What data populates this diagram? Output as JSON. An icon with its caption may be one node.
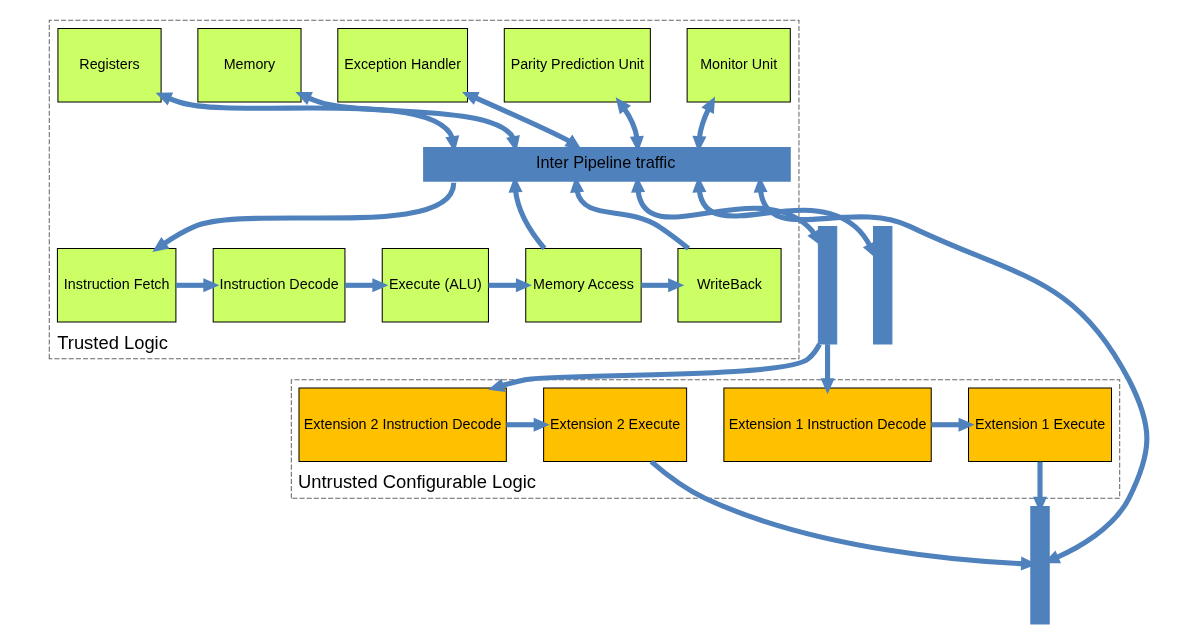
{
  "diagram": {
    "nodes": [
      {
        "text": [
          "Trusted Logic"
        ]
      },
      {
        "text": [
          "Registers"
        ],
        "in": 0
      },
      {
        "text": [
          "Memory"
        ],
        "in": 0
      },
      {
        "text": [
          "Exception Handler"
        ],
        "in": 0
      },
      {
        "text": [
          "Parity Prediction Unit"
        ],
        "in": 0
      },
      {
        "text": [
          "Monitor Unit"
        ],
        "in": 0
      },
      {
        "text": [
          "Inter Pipeline traffic"
        ],
        "in": 0
      },
      {
        "text": [
          "Instruction Fetch"
        ],
        "in": 0
      },
      {
        "text": [
          "Instruction Decode"
        ],
        "in": 0
      },
      {
        "text": [
          "Execute (ALU)"
        ],
        "in": 0
      },
      {
        "text": [
          "Memory Access"
        ],
        "in": 0
      },
      {
        "text": [
          "WriteBack"
        ],
        "in": 0
      },
      {
        "text": [
          "Untrusted Configurable Logic"
        ]
      },
      {
        "text": [
          "Extension 1 Instruction Decode"
        ],
        "in": 12
      },
      {
        "text": [
          "Extension 2 Instruction Decode"
        ],
        "in": 12
      },
      {
        "text": [
          "Extension 1 Execute"
        ],
        "in": 12
      },
      {
        "text": [
          "Extension 2 Execute"
        ],
        "in": 12
      },
      {
        "text": [],
        "shape": "bar"
      },
      {
        "text": [],
        "shape": "bar"
      },
      {
        "text": [],
        "shape": "bar"
      }
    ],
    "edges": [
      {
        "from": 1,
        "to": 6,
        "arrow": "both"
      },
      {
        "from": 2,
        "to": 6,
        "arrow": "both"
      },
      {
        "from": 3,
        "to": 6,
        "arrow": "both"
      },
      {
        "from": 4,
        "to": 6,
        "arrow": "both"
      },
      {
        "from": 5,
        "to": 6,
        "arrow": "both"
      },
      {
        "from": 6,
        "to": 7,
        "arrow": "to"
      },
      {
        "from": 7,
        "to": 8,
        "arrow": "to"
      },
      {
        "from": 8,
        "to": 9,
        "arrow": "to"
      },
      {
        "from": 9,
        "to": 10,
        "arrow": "to"
      },
      {
        "from": 10,
        "to": 11,
        "arrow": "to"
      },
      {
        "from": 10,
        "to": 6,
        "arrow": "to"
      },
      {
        "from": 11,
        "to": 6,
        "arrow": "to"
      },
      {
        "from": 6,
        "to": 17,
        "arrow": "both"
      },
      {
        "from": 6,
        "to": 18,
        "arrow": "both"
      },
      {
        "from": 6,
        "to": 19,
        "arrow": "both"
      },
      {
        "from": 17,
        "to": 13,
        "arrow": "to"
      },
      {
        "from": 17,
        "to": 14,
        "arrow": "to"
      },
      {
        "from": 13,
        "to": 15,
        "arrow": "to"
      },
      {
        "from": 14,
        "to": 16,
        "arrow": "to"
      },
      {
        "from": 15,
        "to": 19,
        "arrow": "to"
      },
      {
        "from": 16,
        "to": 19,
        "arrow": "to"
      }
    ]
  }
}
